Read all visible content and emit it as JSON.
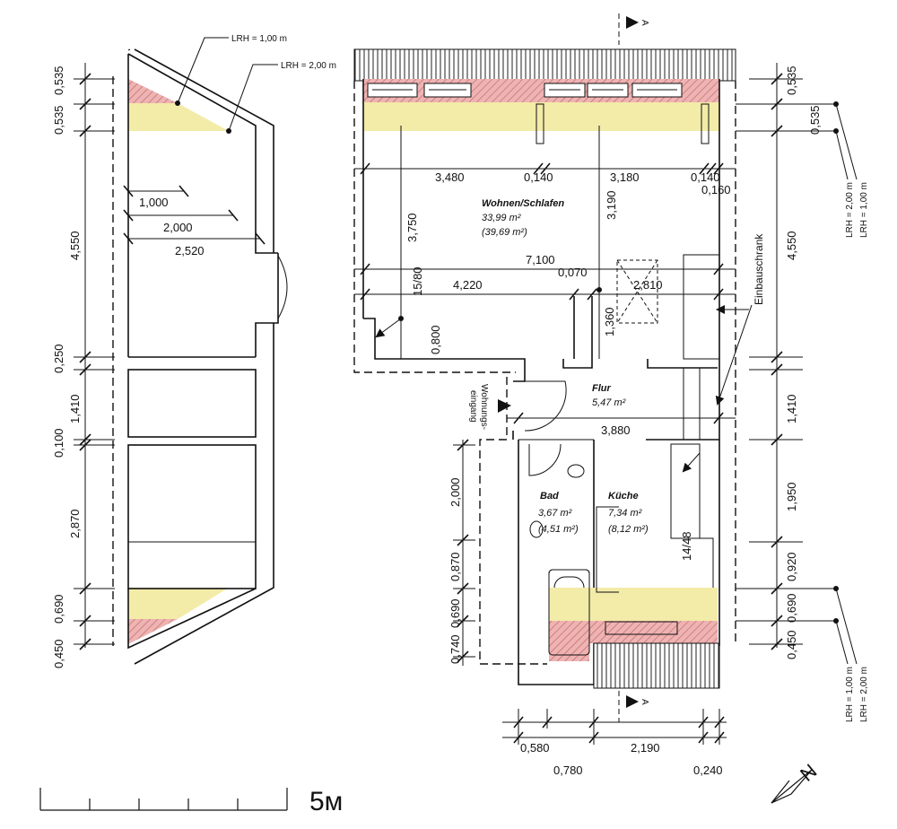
{
  "left_plan": {
    "lrh_top": "LRH = 1,00 m",
    "lrh_second": "LRH = 2,00 m",
    "inner_dims": [
      "1,000",
      "2,000",
      "2,520"
    ],
    "vertical_dims": [
      "0,535",
      "0,535",
      "4,550",
      "0,250",
      "1,410",
      "0,100",
      "2,870",
      "0,690",
      "0,450"
    ]
  },
  "right_plan": {
    "top_dims": [
      "3,480",
      "0,140",
      "3,180",
      "0,140",
      "0,160"
    ],
    "mid_dims": [
      "7,100",
      "4,220",
      "0,070",
      "2,810"
    ],
    "vert_inner": [
      "3,750",
      "3,190",
      "15/80",
      "0,800",
      "1,360"
    ],
    "flur_width": "3,880",
    "left_vertical": [
      "2,000",
      "0,870",
      "0,690",
      "0,740"
    ],
    "right_vertical": [
      "0,535",
      "0,535",
      "4,550",
      "1,410",
      "1,950",
      "0,920",
      "0,690",
      "0,450"
    ],
    "bottom_dims": [
      "0,580",
      "2,190",
      "0,780",
      "0,240"
    ],
    "stair_label": "14/48",
    "wardrobe": "Einbauschrank",
    "entrance": [
      "Wohnungs-",
      "eingang"
    ],
    "section_marker": "A",
    "lrh_right_top": [
      "LRH = 2,00 m",
      "LRH = 1,00 m"
    ],
    "lrh_right_bottom": [
      "LRH = 1,00 m",
      "LRH = 2,00 m"
    ]
  },
  "rooms": {
    "wohnen": {
      "name": "Wohnen/Schlafen",
      "area": "33,99 m²",
      "area_total": "(39,69 m²)"
    },
    "flur": {
      "name": "Flur",
      "area": "5,47 m²"
    },
    "bad": {
      "name": "Bad",
      "area": "3,67 m²",
      "area_total": "(4,51 m²)"
    },
    "kueche": {
      "name": "Küche",
      "area": "7,34 m²",
      "area_total": "(8,12 m²)"
    }
  },
  "scale_bar": {
    "label": "5м"
  },
  "north": {
    "label": "N"
  },
  "colors": {
    "yellow": "#f3eba8",
    "red_hatch": "#e8a6a6",
    "line": "#111111"
  }
}
